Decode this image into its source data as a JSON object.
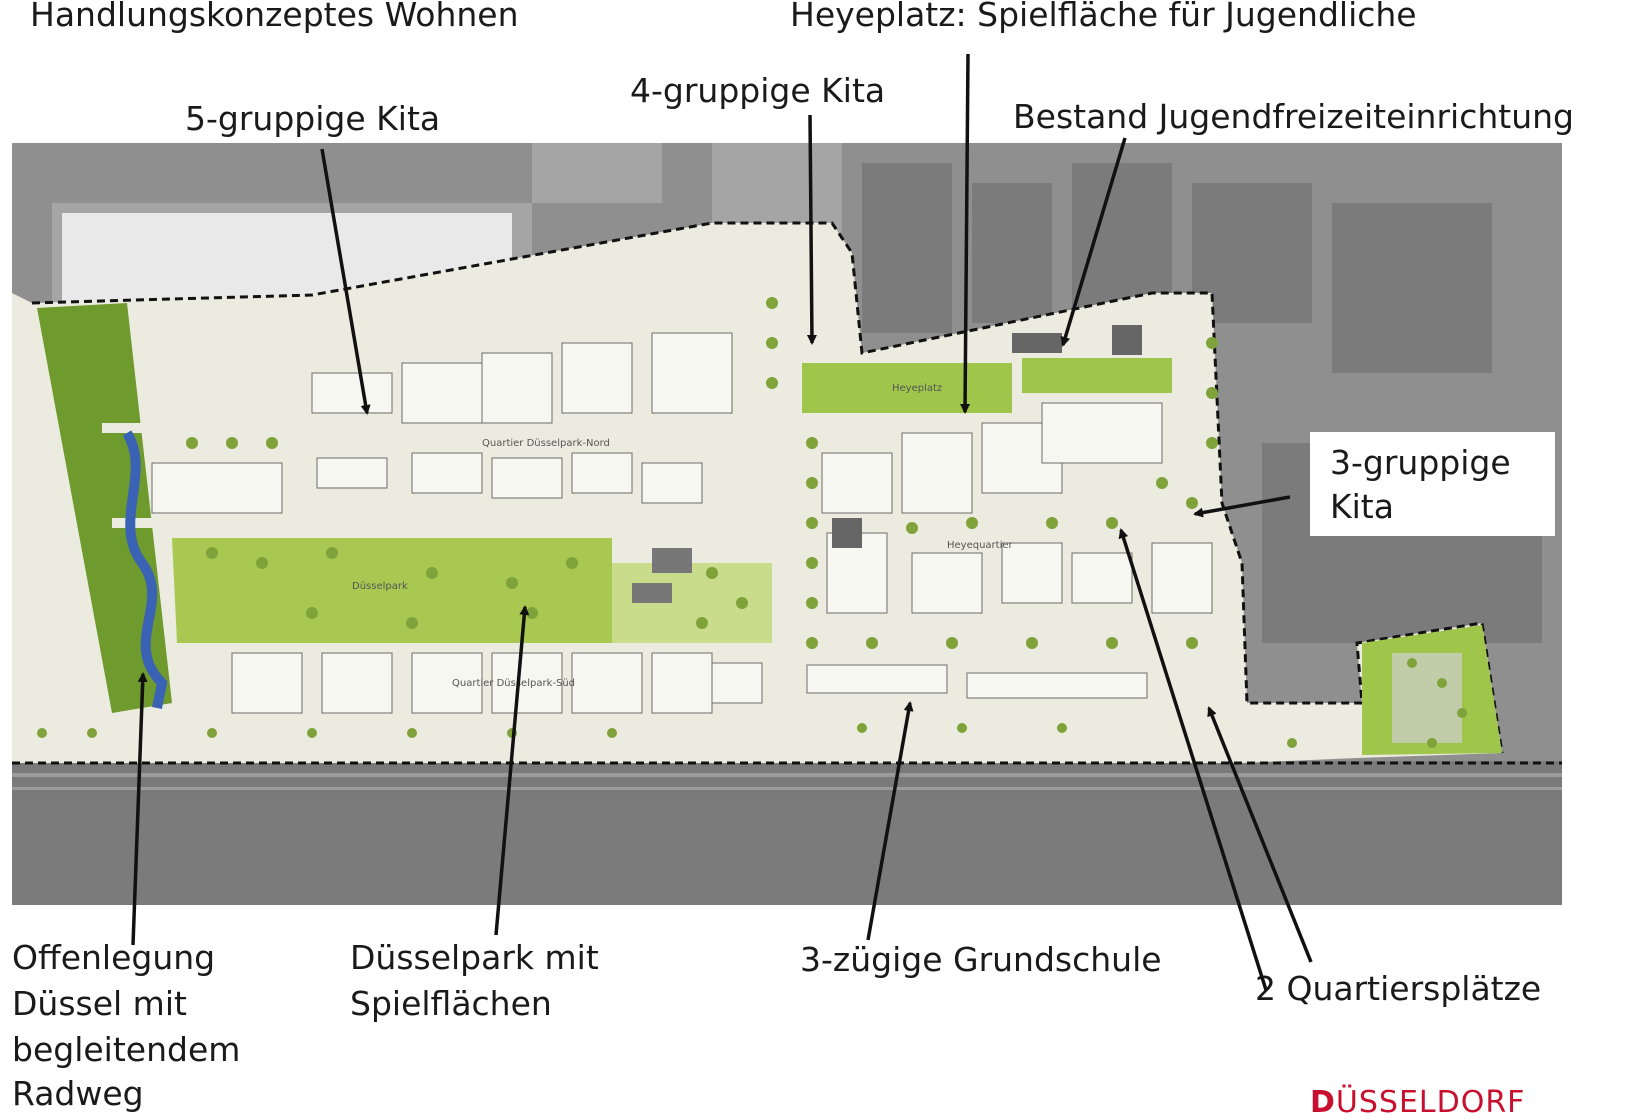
{
  "labels": {
    "wohnen_partial": "Handlungskonzeptes Wohnen",
    "heyeplatz": "Heyeplatz: Spielfläche für Jugendliche",
    "kita4": "4-gruppige Kita",
    "kita5": "5-gruppige Kita",
    "bestand": "Bestand Jugendfreizeiteinrichtung",
    "kita3_line1": "3-gruppige",
    "kita3_line2": "Kita",
    "offenlegung_line1": "Offenlegung",
    "offenlegung_line2": "Düssel mit",
    "offenlegung_line3": "begleitendem",
    "offenlegung_line4": "Radweg",
    "duesselpark_line1": "Düsselpark mit",
    "duesselpark_line2": "Spielflächen",
    "grundschule": "3-zügige Grundschule",
    "quartiersplaetze": "2 Quartiersplätze"
  },
  "map": {
    "park_label": "Düsselpark",
    "quarter_north": "Quartier Düsselpark-Nord",
    "quarter_south": "Quartier Düsselpark-Süd",
    "quarter_heye": "Heyequartier",
    "heye_label": "Heyeplatz"
  },
  "logo": {
    "mark": "D",
    "text": "ÜSSELDORF"
  },
  "colors": {
    "green_light": "#c9dc8c",
    "green_mid": "#9fc54a",
    "green_dark": "#6e9a2e",
    "water": "#3b63b5",
    "aerial": "#9a9a9a",
    "plan_bg": "#ecebdf",
    "arrow": "#111111",
    "logo_red": "#c8102e"
  }
}
